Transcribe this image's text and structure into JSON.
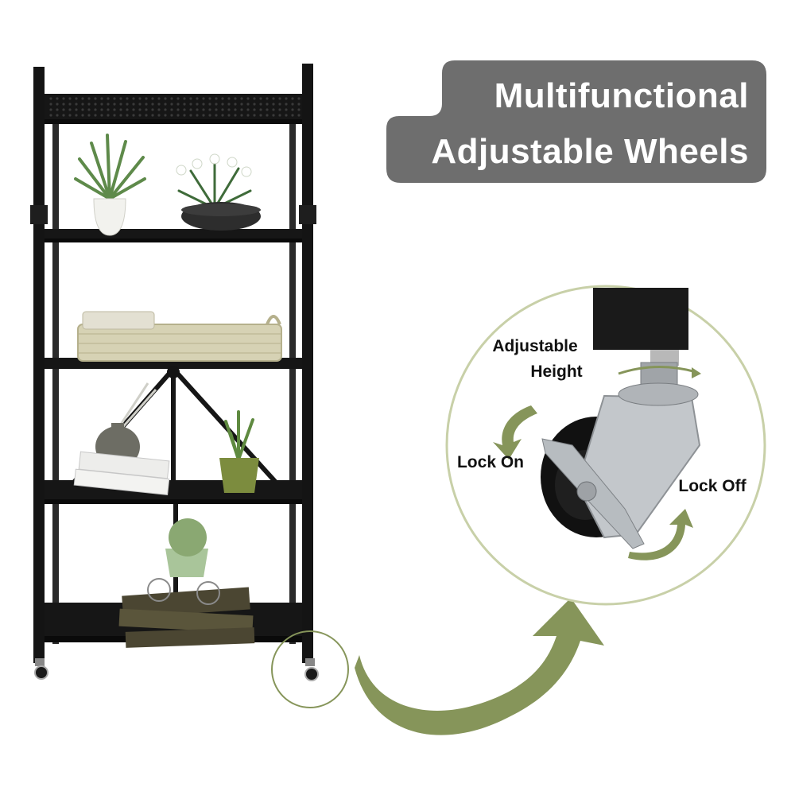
{
  "headline": {
    "line1": "Multifunctional",
    "line2": "Adjustable Wheels"
  },
  "callouts": {
    "adjustable_height_line1": "Adjustable",
    "adjustable_height_line2": "Height",
    "lock_on": "Lock On",
    "lock_off": "Lock Off"
  },
  "colors": {
    "accent_green": "#86955a",
    "badge_gray": "#6e6e6e",
    "frame_black": "#141414"
  },
  "icons": [
    "arrow-icon",
    "rotate-arrow-icon",
    "caster-wheel-icon"
  ]
}
